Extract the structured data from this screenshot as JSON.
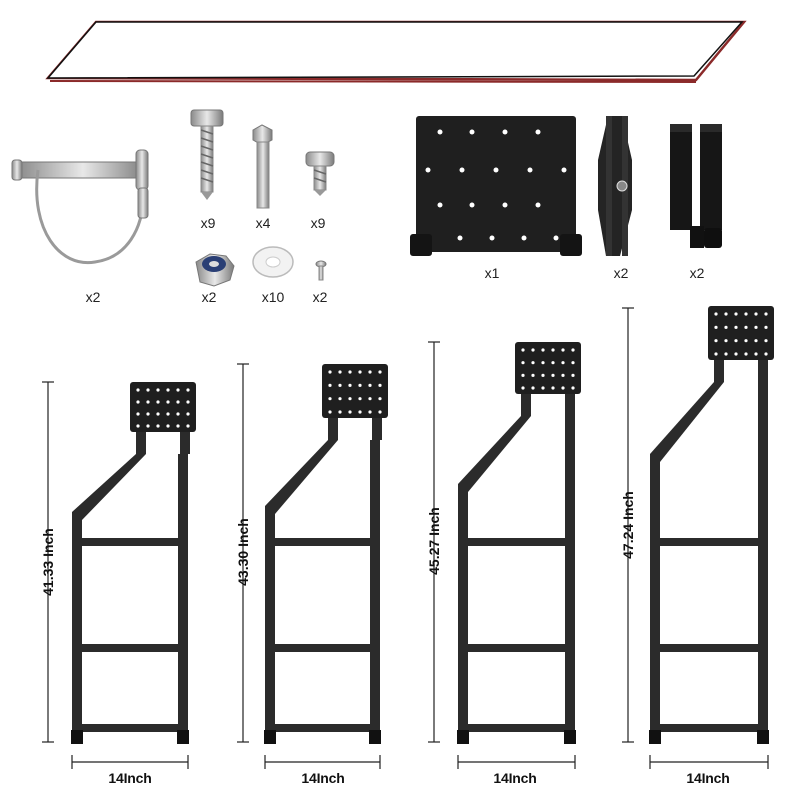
{
  "accessories": {
    "pin_qty": "x2",
    "screw_qty": "x9",
    "bolt_qty": "x4",
    "short_screw_qty": "x9",
    "nut_qty": "x2",
    "washer_qty": "x10",
    "small_screw_qty": "x2",
    "plate_qty": "x1",
    "hinge_qty": "x2",
    "strap_qty": "x2"
  },
  "ladders": [
    {
      "height": "41.33 Inch",
      "width": "14Inch"
    },
    {
      "height": "43.30 Inch",
      "width": "14Inch"
    },
    {
      "height": "45.27 Inch",
      "width": "14Inch"
    },
    {
      "height": "47.24 Inch",
      "width": "14Inch"
    }
  ],
  "colors": {
    "metal": "#2b2b2b",
    "plate": "#1f1f1f",
    "dimension_line": "#222222",
    "board_edge": "#8b2a2a"
  }
}
